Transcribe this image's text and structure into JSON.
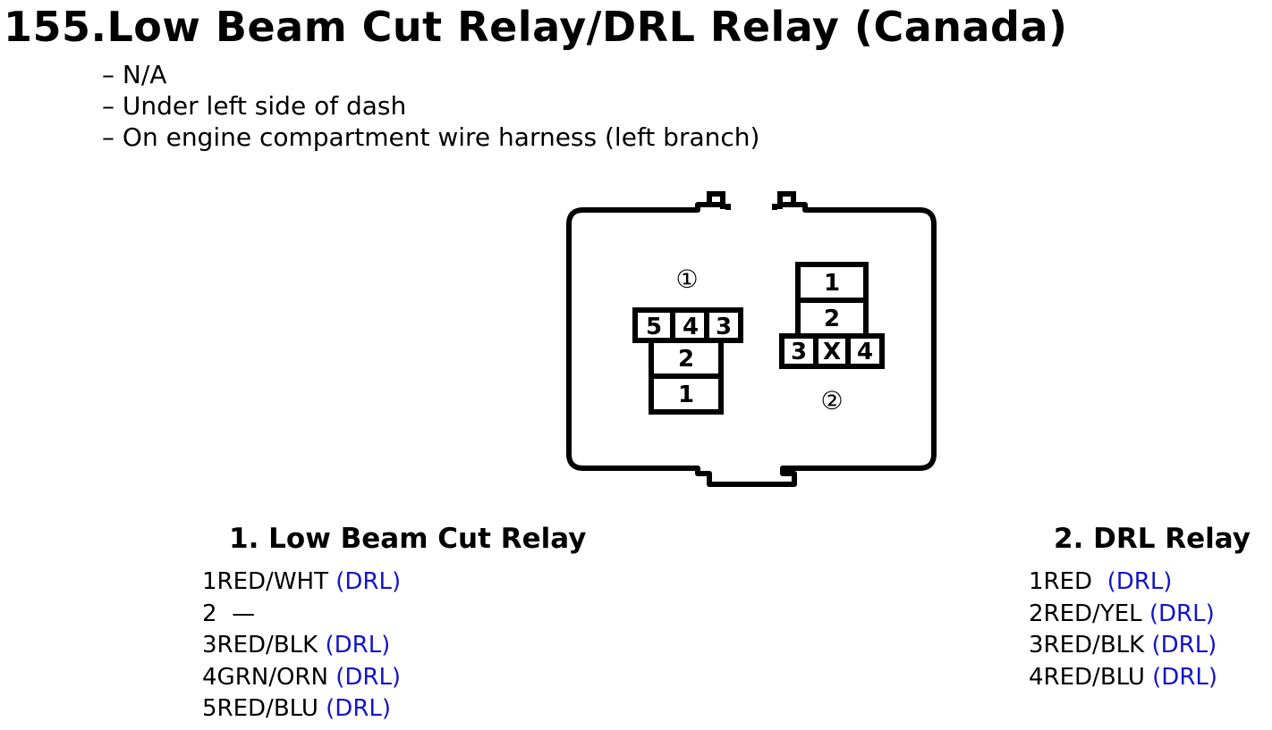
{
  "title": "155.Low Beam Cut Relay/DRL Relay (Canada)",
  "notes": [
    "– N/A",
    "– Under left side of dash",
    "– On engine compartment wire harness (left branch)"
  ],
  "connector": {
    "relay1_marker": "①",
    "relay2_marker": "②",
    "relay1_pins": [
      "5",
      "4",
      "3",
      "2",
      "1"
    ],
    "relay2_pins": [
      "1",
      "2",
      "3",
      "X",
      "4"
    ]
  },
  "sections": {
    "relay1": {
      "title": "1. Low Beam Cut Relay",
      "pins": [
        {
          "num": "1",
          "wire": "RED/WHT",
          "note": "(DRL)"
        },
        {
          "num": "2",
          "wire": "—",
          "note": ""
        },
        {
          "num": "3",
          "wire": "RED/BLK",
          "note": "(DRL)"
        },
        {
          "num": "4",
          "wire": "GRN/ORN",
          "note": "(DRL)"
        },
        {
          "num": "5",
          "wire": "RED/BLU",
          "note": "(DRL)"
        }
      ]
    },
    "relay2": {
      "title": "2. DRL Relay",
      "pins": [
        {
          "num": "1",
          "wire": "RED",
          "note": "(DRL)"
        },
        {
          "num": "2",
          "wire": "RED/YEL",
          "note": "(DRL)"
        },
        {
          "num": "3",
          "wire": "RED/BLK",
          "note": "(DRL)"
        },
        {
          "num": "4",
          "wire": "RED/BLU",
          "note": "(DRL)"
        }
      ]
    }
  }
}
